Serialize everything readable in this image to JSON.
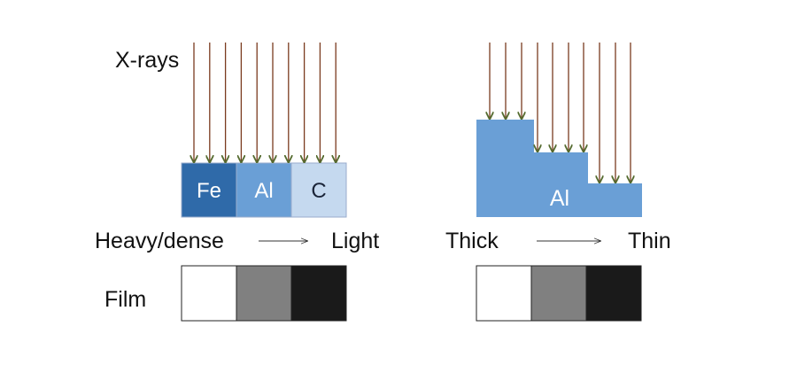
{
  "xray_label": "X-rays",
  "left": {
    "materials": [
      {
        "label": "Fe",
        "color": "#2f6aa9",
        "text_color": "#ffffff"
      },
      {
        "label": "Al",
        "color": "#6a9fd6",
        "text_color": "#ffffff"
      },
      {
        "label": "C",
        "color": "#c5d9ef",
        "text_color": "#1a2438"
      }
    ],
    "from_label": "Heavy/dense",
    "to_label": "Light"
  },
  "right": {
    "material": "Al",
    "material_color": "#6a9fd6",
    "from_label": "Thick",
    "to_label": "Thin"
  },
  "film_label": "Film",
  "film_shades": [
    "#ffffff",
    "#808080",
    "#1a1a1a"
  ],
  "arrow_color": "#7a3b1f"
}
